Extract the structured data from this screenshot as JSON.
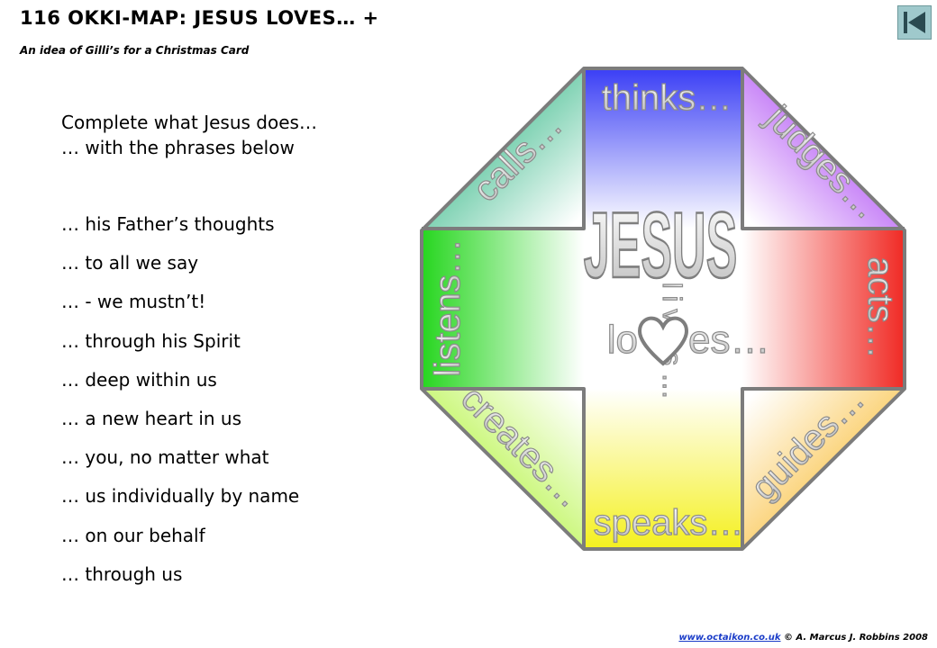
{
  "header": {
    "title": "116 OKKI-MAP: JESUS LOVES… +",
    "subtitle": "An idea of Gilli’s for a Christmas Card",
    "back_icon": "first-slide-icon"
  },
  "intro": {
    "line1": "Complete what Jesus does…",
    "line2": "… with the phrases below"
  },
  "phrases": [
    "… his Father’s thoughts",
    "… to all we say",
    "… - we mustn’t!",
    "… through his Spirit",
    "… deep within us",
    "… a new heart in us",
    "… you, no matter  what",
    "… us individually by name",
    "… on our behalf",
    "… through us"
  ],
  "map": {
    "center": "JESUS",
    "loves_left": "lo",
    "loves_right": "es…",
    "vertical": "lives…",
    "segments": {
      "top": "thinks…",
      "top_left": "calls…",
      "top_right": "judges…",
      "left": "listens…",
      "right": "acts…",
      "bottom_left": "creates…",
      "bottom_right": "guides…",
      "bottom": "speaks…"
    },
    "colors": {
      "top": "#3a3ef5",
      "top_left": "#1fb07a",
      "top_right": "#a02cf2",
      "left": "#26d61f",
      "right": "#f02a24",
      "bottom_left": "#a6f21e",
      "bottom_right": "#f8b51e",
      "bottom": "#f4f01e"
    }
  },
  "footer": {
    "link": "www.octaikon.co.uk",
    "credit": " © A. Marcus J. Robbins 2008"
  }
}
